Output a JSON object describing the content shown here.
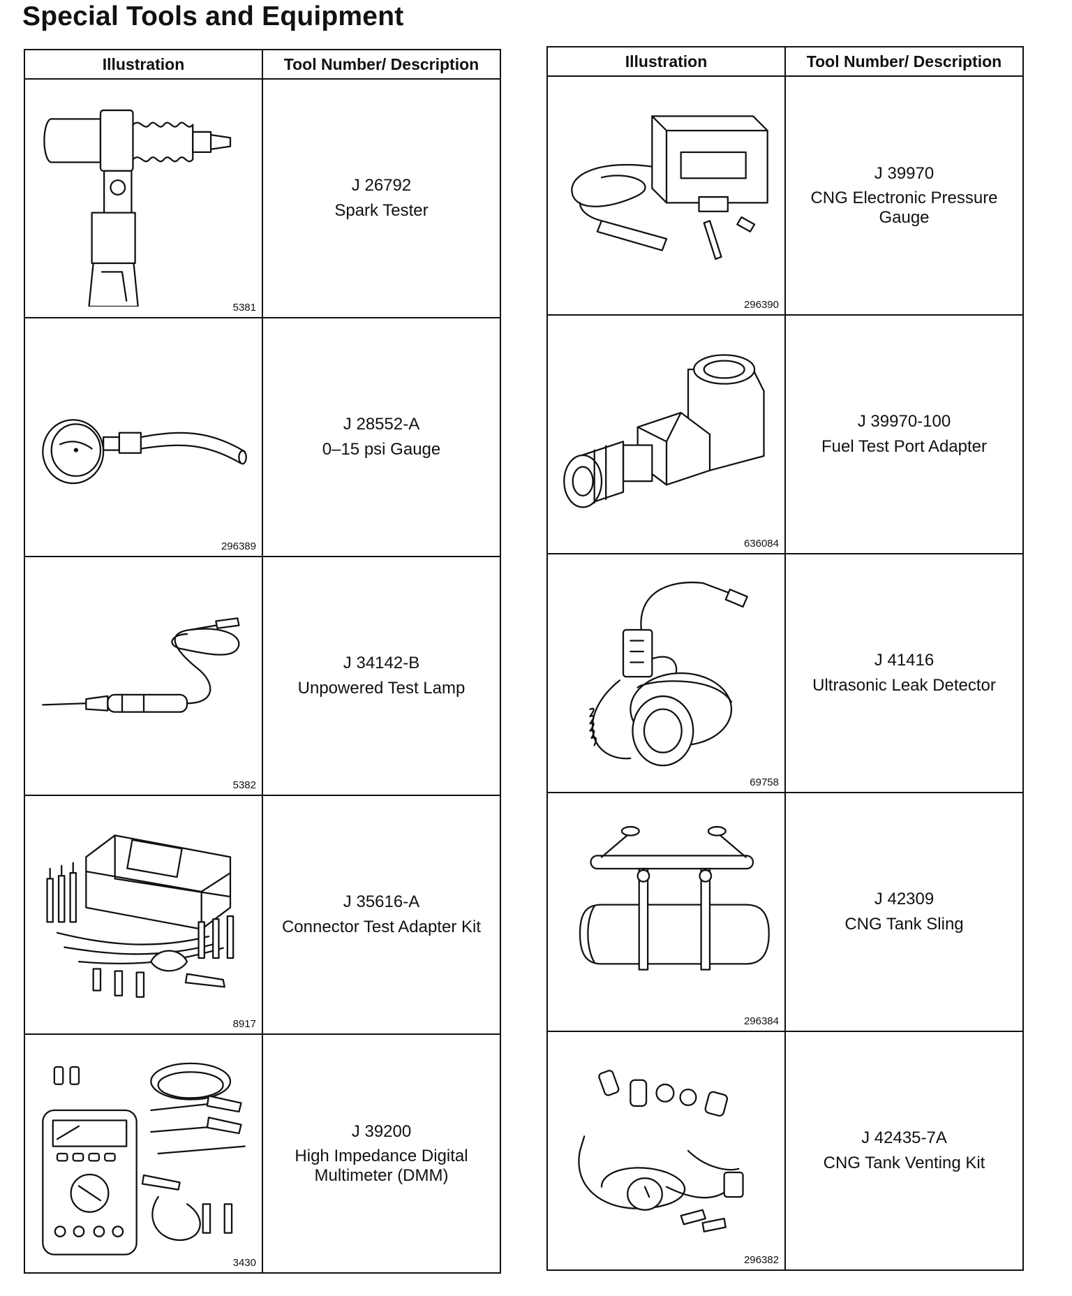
{
  "title": "Special Tools and Equipment",
  "tables": [
    {
      "header": {
        "illustration": "Illustration",
        "description": "Tool Number/ Description"
      },
      "rows": [
        {
          "icon": "spark-tester-icon",
          "fig": "5381",
          "number": "J 26792",
          "name": "Spark Tester"
        },
        {
          "icon": "pressure-gauge-icon",
          "fig": "296389",
          "number": "J 28552-A",
          "name": "0–15 psi Gauge"
        },
        {
          "icon": "test-lamp-icon",
          "fig": "5382",
          "number": "J 34142-B",
          "name": "Unpowered Test Lamp"
        },
        {
          "icon": "adapter-kit-icon",
          "fig": "8917",
          "number": "J 35616-A",
          "name": "Connector Test Adapter Kit"
        },
        {
          "icon": "multimeter-icon",
          "fig": "3430",
          "number": "J 39200",
          "name": "High Impedance Digital Multimeter (DMM)"
        }
      ]
    },
    {
      "header": {
        "illustration": "Illustration",
        "description": "Tool Number/ Description"
      },
      "rows": [
        {
          "icon": "electronic-gauge-case-icon",
          "fig": "296390",
          "number": "J 39970",
          "name": "CNG Electronic Pressure Gauge"
        },
        {
          "icon": "port-adapter-icon",
          "fig": "636084",
          "number": "J 39970-100",
          "name": "Fuel Test Port Adapter"
        },
        {
          "icon": "leak-detector-headset-icon",
          "fig": "69758",
          "number": "J 41416",
          "name": "Ultrasonic Leak Detector"
        },
        {
          "icon": "tank-sling-icon",
          "fig": "296384",
          "number": "J 42309",
          "name": "CNG Tank Sling"
        },
        {
          "icon": "venting-kit-icon",
          "fig": "296382",
          "number": "J 42435-7A",
          "name": "CNG Tank Venting Kit"
        }
      ]
    }
  ]
}
